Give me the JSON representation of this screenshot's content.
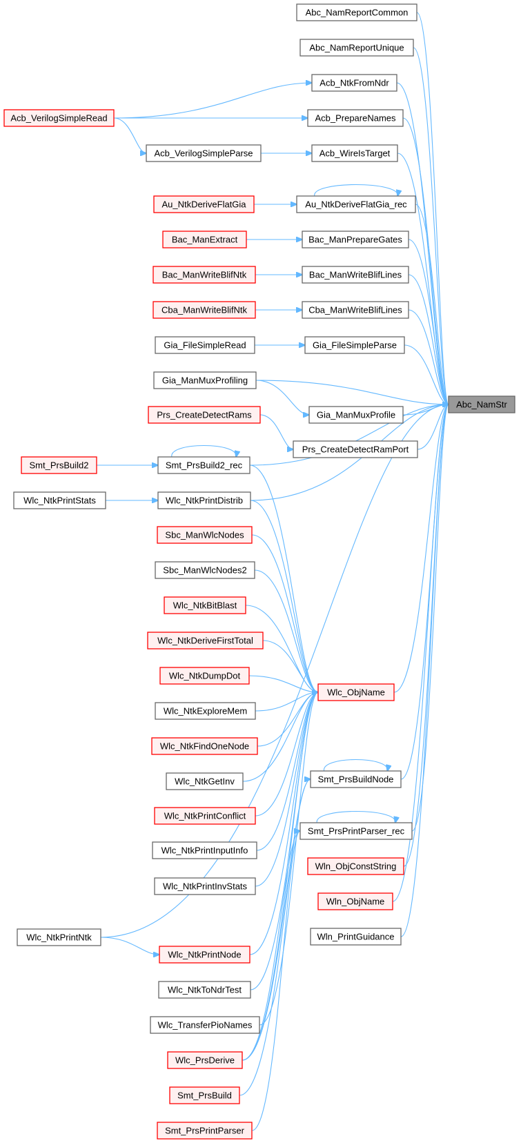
{
  "colors": {
    "edge": "#63b8ff",
    "node_fill": "#ffffff",
    "node_border": "#666666",
    "truncated_fill": "#fff0f0",
    "truncated_border": "#ff0000",
    "target_fill": "#999999",
    "target_border": "#666666"
  },
  "nodes": [
    {
      "id": "abc_namstr",
      "label": "Abc_NamStr",
      "style": "target"
    },
    {
      "id": "abc_namreportcommon",
      "label": "Abc_NamReportCommon",
      "style": "normal"
    },
    {
      "id": "abc_namreportunique",
      "label": "Abc_NamReportUnique",
      "style": "normal"
    },
    {
      "id": "acb_ntkfromndr",
      "label": "Acb_NtkFromNdr",
      "style": "normal"
    },
    {
      "id": "acb_preparenames",
      "label": "Acb_PrepareNames",
      "style": "normal"
    },
    {
      "id": "acb_wireistarget",
      "label": "Acb_WireIsTarget",
      "style": "normal"
    },
    {
      "id": "acb_verilogsimpleread",
      "label": "Acb_VerilogSimpleRead",
      "style": "truncated"
    },
    {
      "id": "acb_verilogsimpleparse",
      "label": "Acb_VerilogSimpleParse",
      "style": "normal"
    },
    {
      "id": "au_ntkderiveflatgia_rec",
      "label": "Au_NtkDeriveFlatGia_rec",
      "style": "normal"
    },
    {
      "id": "au_ntkderiveflatgia",
      "label": "Au_NtkDeriveFlatGia",
      "style": "truncated"
    },
    {
      "id": "bac_manpreparegates",
      "label": "Bac_ManPrepareGates",
      "style": "normal"
    },
    {
      "id": "bac_manextract",
      "label": "Bac_ManExtract",
      "style": "truncated"
    },
    {
      "id": "bac_manwriteblifl",
      "label": "Bac_ManWriteBlifLines",
      "style": "normal"
    },
    {
      "id": "bac_manwriteblifntk",
      "label": "Bac_ManWriteBlifNtk",
      "style": "truncated"
    },
    {
      "id": "cba_manwriteblifl",
      "label": "Cba_ManWriteBlifLines",
      "style": "normal"
    },
    {
      "id": "cba_manwriteblifntk",
      "label": "Cba_ManWriteBlifNtk",
      "style": "truncated"
    },
    {
      "id": "gia_filesimpleparse",
      "label": "Gia_FileSimpleParse",
      "style": "normal"
    },
    {
      "id": "gia_filesimpleread",
      "label": "Gia_FileSimpleRead",
      "style": "normal"
    },
    {
      "id": "gia_manmuxprofiling",
      "label": "Gia_ManMuxProfiling",
      "style": "normal"
    },
    {
      "id": "gia_manmuxprofile",
      "label": "Gia_ManMuxProfile",
      "style": "normal"
    },
    {
      "id": "prs_createdetectrams",
      "label": "Prs_CreateDetectRams",
      "style": "truncated"
    },
    {
      "id": "prs_createdetectramport",
      "label": "Prs_CreateDetectRamPort",
      "style": "normal"
    },
    {
      "id": "smt_prsbuild2",
      "label": "Smt_PrsBuild2",
      "style": "truncated"
    },
    {
      "id": "smt_prsbuild2_rec",
      "label": "Smt_PrsBuild2_rec",
      "style": "normal"
    },
    {
      "id": "wlc_ntkprintstats",
      "label": "Wlc_NtkPrintStats",
      "style": "normal"
    },
    {
      "id": "wlc_ntkprintdistrib",
      "label": "Wlc_NtkPrintDistrib",
      "style": "normal"
    },
    {
      "id": "sbc_manwlcnodes",
      "label": "Sbc_ManWlcNodes",
      "style": "truncated"
    },
    {
      "id": "sbc_manwlcnodes2",
      "label": "Sbc_ManWlcNodes2",
      "style": "normal"
    },
    {
      "id": "wlc_ntkbitblast",
      "label": "Wlc_NtkBitBlast",
      "style": "truncated"
    },
    {
      "id": "wlc_ntkderivefirsttotal",
      "label": "Wlc_NtkDeriveFirstTotal",
      "style": "truncated"
    },
    {
      "id": "wlc_ntkdumpdot",
      "label": "Wlc_NtkDumpDot",
      "style": "truncated"
    },
    {
      "id": "wlc_objname",
      "label": "Wlc_ObjName",
      "style": "truncated"
    },
    {
      "id": "wlc_ntkexploremem",
      "label": "Wlc_NtkExploreMem",
      "style": "normal"
    },
    {
      "id": "wlc_ntkfindonenode",
      "label": "Wlc_NtkFindOneNode",
      "style": "truncated"
    },
    {
      "id": "wlc_ntkgetinv",
      "label": "Wlc_NtkGetInv",
      "style": "normal"
    },
    {
      "id": "smt_prsbuildnode",
      "label": "Smt_PrsBuildNode",
      "style": "normal"
    },
    {
      "id": "wlc_ntkprintconflict",
      "label": "Wlc_NtkPrintConflict",
      "style": "truncated"
    },
    {
      "id": "smt_prsprintparser_rec",
      "label": "Smt_PrsPrintParser_rec",
      "style": "normal"
    },
    {
      "id": "wlc_ntkprintinputinfo",
      "label": "Wlc_NtkPrintInputInfo",
      "style": "normal"
    },
    {
      "id": "wln_objconststring",
      "label": "Wln_ObjConstString",
      "style": "truncated"
    },
    {
      "id": "wlc_ntkprintinvstats",
      "label": "Wlc_NtkPrintInvStats",
      "style": "normal"
    },
    {
      "id": "wln_objname",
      "label": "Wln_ObjName",
      "style": "truncated"
    },
    {
      "id": "wlc_ntkprintntk",
      "label": "Wlc_NtkPrintNtk",
      "style": "normal"
    },
    {
      "id": "wln_printguidance",
      "label": "Wln_PrintGuidance",
      "style": "normal"
    },
    {
      "id": "wlc_ntkprintnode",
      "label": "Wlc_NtkPrintNode",
      "style": "truncated"
    },
    {
      "id": "wlc_ntktondrtest",
      "label": "Wlc_NtkToNdrTest",
      "style": "normal"
    },
    {
      "id": "wlc_transferpionames",
      "label": "Wlc_TransferPioNames",
      "style": "normal"
    },
    {
      "id": "wlc_prsderive",
      "label": "Wlc_PrsDerive",
      "style": "truncated"
    },
    {
      "id": "smt_prsbuild",
      "label": "Smt_PrsBuild",
      "style": "truncated"
    },
    {
      "id": "smt_prsprintparser",
      "label": "Smt_PrsPrintParser",
      "style": "truncated"
    }
  ],
  "edges": [
    [
      "abc_namreportcommon",
      "abc_namstr"
    ],
    [
      "abc_namreportunique",
      "abc_namstr"
    ],
    [
      "acb_ntkfromndr",
      "abc_namstr"
    ],
    [
      "acb_preparenames",
      "abc_namstr"
    ],
    [
      "acb_wireistarget",
      "abc_namstr"
    ],
    [
      "acb_verilogsimpleread",
      "acb_ntkfromndr"
    ],
    [
      "acb_verilogsimpleread",
      "acb_preparenames"
    ],
    [
      "acb_verilogsimpleread",
      "acb_verilogsimpleparse"
    ],
    [
      "acb_verilogsimpleparse",
      "acb_wireistarget"
    ],
    [
      "au_ntkderiveflatgia_rec",
      "abc_namstr"
    ],
    [
      "au_ntkderiveflatgia_rec",
      "au_ntkderiveflatgia_rec"
    ],
    [
      "au_ntkderiveflatgia",
      "au_ntkderiveflatgia_rec"
    ],
    [
      "bac_manpreparegates",
      "abc_namstr"
    ],
    [
      "bac_manextract",
      "bac_manpreparegates"
    ],
    [
      "bac_manwriteblifl",
      "abc_namstr"
    ],
    [
      "bac_manwriteblifntk",
      "bac_manwriteblifl"
    ],
    [
      "cba_manwriteblifl",
      "abc_namstr"
    ],
    [
      "cba_manwriteblifntk",
      "cba_manwriteblifl"
    ],
    [
      "gia_filesimpleparse",
      "abc_namstr"
    ],
    [
      "gia_filesimpleread",
      "gia_filesimpleparse"
    ],
    [
      "gia_manmuxprofiling",
      "abc_namstr"
    ],
    [
      "gia_manmuxprofiling",
      "gia_manmuxprofile"
    ],
    [
      "gia_manmuxprofile",
      "abc_namstr"
    ],
    [
      "prs_createdetectrams",
      "prs_createdetectramport"
    ],
    [
      "prs_createdetectramport",
      "abc_namstr"
    ],
    [
      "smt_prsbuild2",
      "smt_prsbuild2_rec"
    ],
    [
      "smt_prsbuild2_rec",
      "abc_namstr"
    ],
    [
      "smt_prsbuild2_rec",
      "smt_prsbuild2_rec"
    ],
    [
      "smt_prsbuild2_rec",
      "wlc_objname"
    ],
    [
      "wlc_ntkprintstats",
      "wlc_ntkprintdistrib"
    ],
    [
      "wlc_ntkprintdistrib",
      "abc_namstr"
    ],
    [
      "wlc_ntkprintdistrib",
      "wlc_objname"
    ],
    [
      "sbc_manwlcnodes",
      "wlc_objname"
    ],
    [
      "sbc_manwlcnodes2",
      "wlc_objname"
    ],
    [
      "wlc_ntkbitblast",
      "wlc_objname"
    ],
    [
      "wlc_ntkderivefirsttotal",
      "wlc_objname"
    ],
    [
      "wlc_ntkdumpdot",
      "wlc_objname"
    ],
    [
      "wlc_objname",
      "abc_namstr"
    ],
    [
      "wlc_ntkexploremem",
      "wlc_objname"
    ],
    [
      "wlc_ntkfindonenode",
      "wlc_objname"
    ],
    [
      "wlc_ntkgetinv",
      "wlc_objname"
    ],
    [
      "smt_prsbuildnode",
      "abc_namstr"
    ],
    [
      "smt_prsbuildnode",
      "smt_prsbuildnode"
    ],
    [
      "wlc_ntkprintconflict",
      "wlc_objname"
    ],
    [
      "smt_prsprintparser_rec",
      "abc_namstr"
    ],
    [
      "smt_prsprintparser_rec",
      "smt_prsprintparser_rec"
    ],
    [
      "wlc_ntkprintinputinfo",
      "wlc_objname"
    ],
    [
      "wln_objconststring",
      "abc_namstr"
    ],
    [
      "wlc_ntkprintinvstats",
      "wlc_objname"
    ],
    [
      "wln_objname",
      "abc_namstr"
    ],
    [
      "wlc_ntkprintntk",
      "abc_namstr"
    ],
    [
      "wlc_ntkprintntk",
      "wlc_ntkprintnode"
    ],
    [
      "wln_printguidance",
      "abc_namstr"
    ],
    [
      "wlc_ntkprintnode",
      "wlc_objname"
    ],
    [
      "wlc_ntktondrtest",
      "wlc_objname"
    ],
    [
      "wlc_transferpionames",
      "wlc_objname"
    ],
    [
      "wlc_prsderive",
      "wlc_objname"
    ],
    [
      "wlc_prsderive",
      "smt_prsbuildnode"
    ],
    [
      "wlc_prsderive",
      "smt_prsprintparser_rec"
    ],
    [
      "smt_prsbuild",
      "smt_prsbuildnode"
    ],
    [
      "smt_prsprintparser",
      "smt_prsprintparser_rec"
    ]
  ]
}
